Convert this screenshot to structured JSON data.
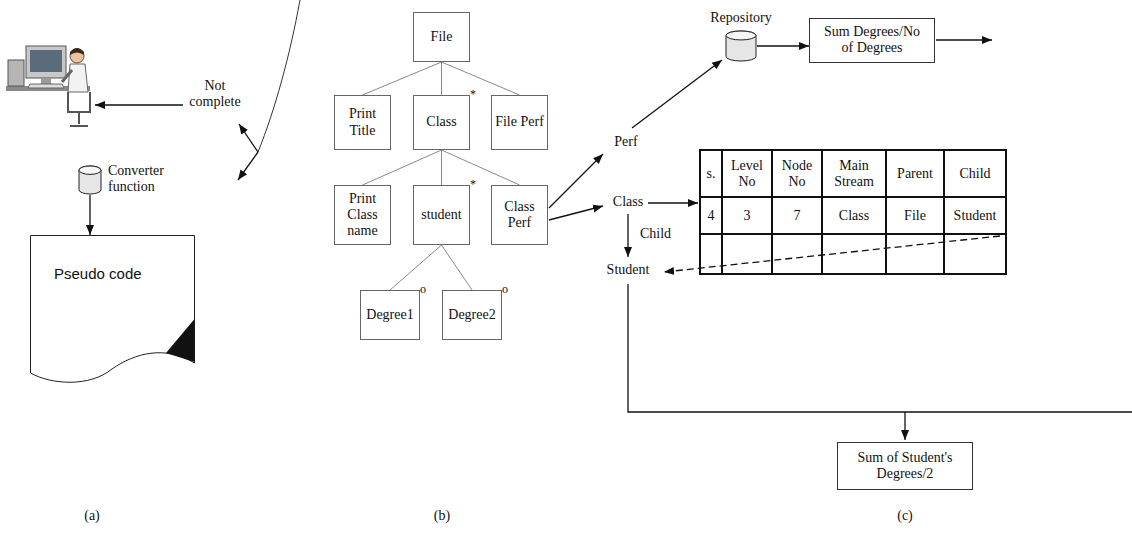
{
  "diagram": {
    "nodes": [
      {
        "text": [
          "Converter function"
        ]
      },
      {
        "text": [
          "Pseudo code"
        ]
      },
      {
        "text": [
          "File"
        ]
      },
      {
        "text": [
          "Print Title"
        ]
      },
      {
        "text": [
          "Class",
          "*"
        ]
      },
      {
        "text": [
          "File Perf"
        ]
      },
      {
        "text": [
          "Print Class name"
        ]
      },
      {
        "text": [
          "student",
          "*"
        ]
      },
      {
        "text": [
          "Class Perf"
        ]
      },
      {
        "text": [
          "Degree1",
          "o"
        ]
      },
      {
        "text": [
          "Degree2",
          "o"
        ]
      },
      {
        "text": [
          "Repository"
        ]
      },
      {
        "text": [
          "Sum Degrees/No of Degrees"
        ]
      },
      {
        "text": [
          "Sum of Student's Degrees/2"
        ]
      }
    ],
    "edges": [
      {
        "from": 0,
        "to": 1,
        "arrow": "to"
      },
      {
        "from": 2,
        "to": 3,
        "arrow": "none"
      },
      {
        "from": 2,
        "to": 4,
        "arrow": "none"
      },
      {
        "from": 2,
        "to": 5,
        "arrow": "none"
      },
      {
        "from": 4,
        "to": 6,
        "arrow": "none"
      },
      {
        "from": 4,
        "to": 7,
        "arrow": "none"
      },
      {
        "from": 4,
        "to": 8,
        "arrow": "none"
      },
      {
        "from": 7,
        "to": 9,
        "arrow": "none"
      },
      {
        "from": 7,
        "to": 10,
        "arrow": "none"
      },
      {
        "from": 11,
        "to": 12,
        "arrow": "to"
      }
    ],
    "labels": [
      "Not complete",
      "(a)",
      "(b)",
      "Perf",
      "Class",
      "s.",
      "Level No",
      "Node No",
      "Main Stream",
      "Parent",
      "Child",
      "4",
      "3",
      "7",
      "Class",
      "File",
      "Student",
      "Child",
      "Student",
      "(c)"
    ]
  }
}
